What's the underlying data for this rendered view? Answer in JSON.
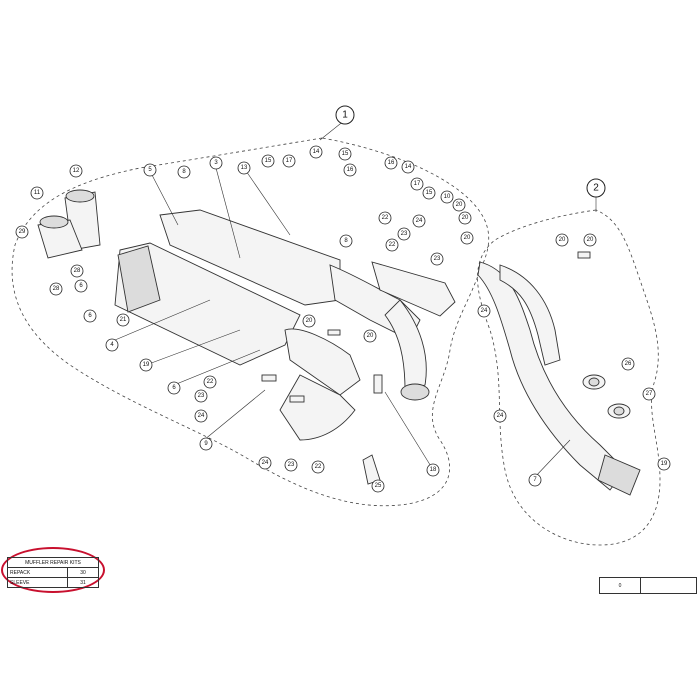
{
  "callouts": [
    {
      "id": "c1",
      "label": "1"
    },
    {
      "id": "c2",
      "label": "2"
    },
    {
      "id": "c3",
      "label": "3"
    },
    {
      "id": "c4",
      "label": "4"
    },
    {
      "id": "c5",
      "label": "5"
    },
    {
      "id": "c6a",
      "label": "6"
    },
    {
      "id": "c6b",
      "label": "6"
    },
    {
      "id": "c6c",
      "label": "6"
    },
    {
      "id": "c7",
      "label": "7"
    },
    {
      "id": "c8a",
      "label": "8"
    },
    {
      "id": "c8b",
      "label": "8"
    },
    {
      "id": "c9",
      "label": "9"
    },
    {
      "id": "c10",
      "label": "10"
    },
    {
      "id": "c11",
      "label": "11"
    },
    {
      "id": "c12",
      "label": "12"
    },
    {
      "id": "c13",
      "label": "13"
    },
    {
      "id": "c14a",
      "label": "14"
    },
    {
      "id": "c14b",
      "label": "14"
    },
    {
      "id": "c15a",
      "label": "15"
    },
    {
      "id": "c15b",
      "label": "15"
    },
    {
      "id": "c15c",
      "label": "15"
    },
    {
      "id": "c16a",
      "label": "16"
    },
    {
      "id": "c16b",
      "label": "16"
    },
    {
      "id": "c17a",
      "label": "17"
    },
    {
      "id": "c17b",
      "label": "17"
    },
    {
      "id": "c18",
      "label": "18"
    },
    {
      "id": "c19a",
      "label": "19"
    },
    {
      "id": "c19b",
      "label": "19"
    },
    {
      "id": "c20a",
      "label": "20"
    },
    {
      "id": "c20b",
      "label": "20"
    },
    {
      "id": "c20c",
      "label": "20"
    },
    {
      "id": "c20d",
      "label": "20"
    },
    {
      "id": "c20e",
      "label": "20"
    },
    {
      "id": "c20f",
      "label": "20"
    },
    {
      "id": "c20g",
      "label": "20"
    },
    {
      "id": "c21",
      "label": "21"
    },
    {
      "id": "c22a",
      "label": "22"
    },
    {
      "id": "c22b",
      "label": "22"
    },
    {
      "id": "c22c",
      "label": "22"
    },
    {
      "id": "c22d",
      "label": "22"
    },
    {
      "id": "c23a",
      "label": "23"
    },
    {
      "id": "c23b",
      "label": "23"
    },
    {
      "id": "c23c",
      "label": "23"
    },
    {
      "id": "c23d",
      "label": "23"
    },
    {
      "id": "c24a",
      "label": "24"
    },
    {
      "id": "c24b",
      "label": "24"
    },
    {
      "id": "c24c",
      "label": "24"
    },
    {
      "id": "c24d",
      "label": "24"
    },
    {
      "id": "c24e",
      "label": "24"
    },
    {
      "id": "c25",
      "label": "25"
    },
    {
      "id": "c26",
      "label": "26"
    },
    {
      "id": "c27",
      "label": "27"
    },
    {
      "id": "c28a",
      "label": "28"
    },
    {
      "id": "c28b",
      "label": "28"
    },
    {
      "id": "c29",
      "label": "29"
    }
  ],
  "repair_kits": {
    "title": "MUFFLER REPAIR KITS",
    "rows": [
      {
        "name": "REPACK",
        "number": "30"
      },
      {
        "name": "SLEEVE",
        "number": "31"
      }
    ]
  },
  "title_block": {
    "revision": "0"
  }
}
